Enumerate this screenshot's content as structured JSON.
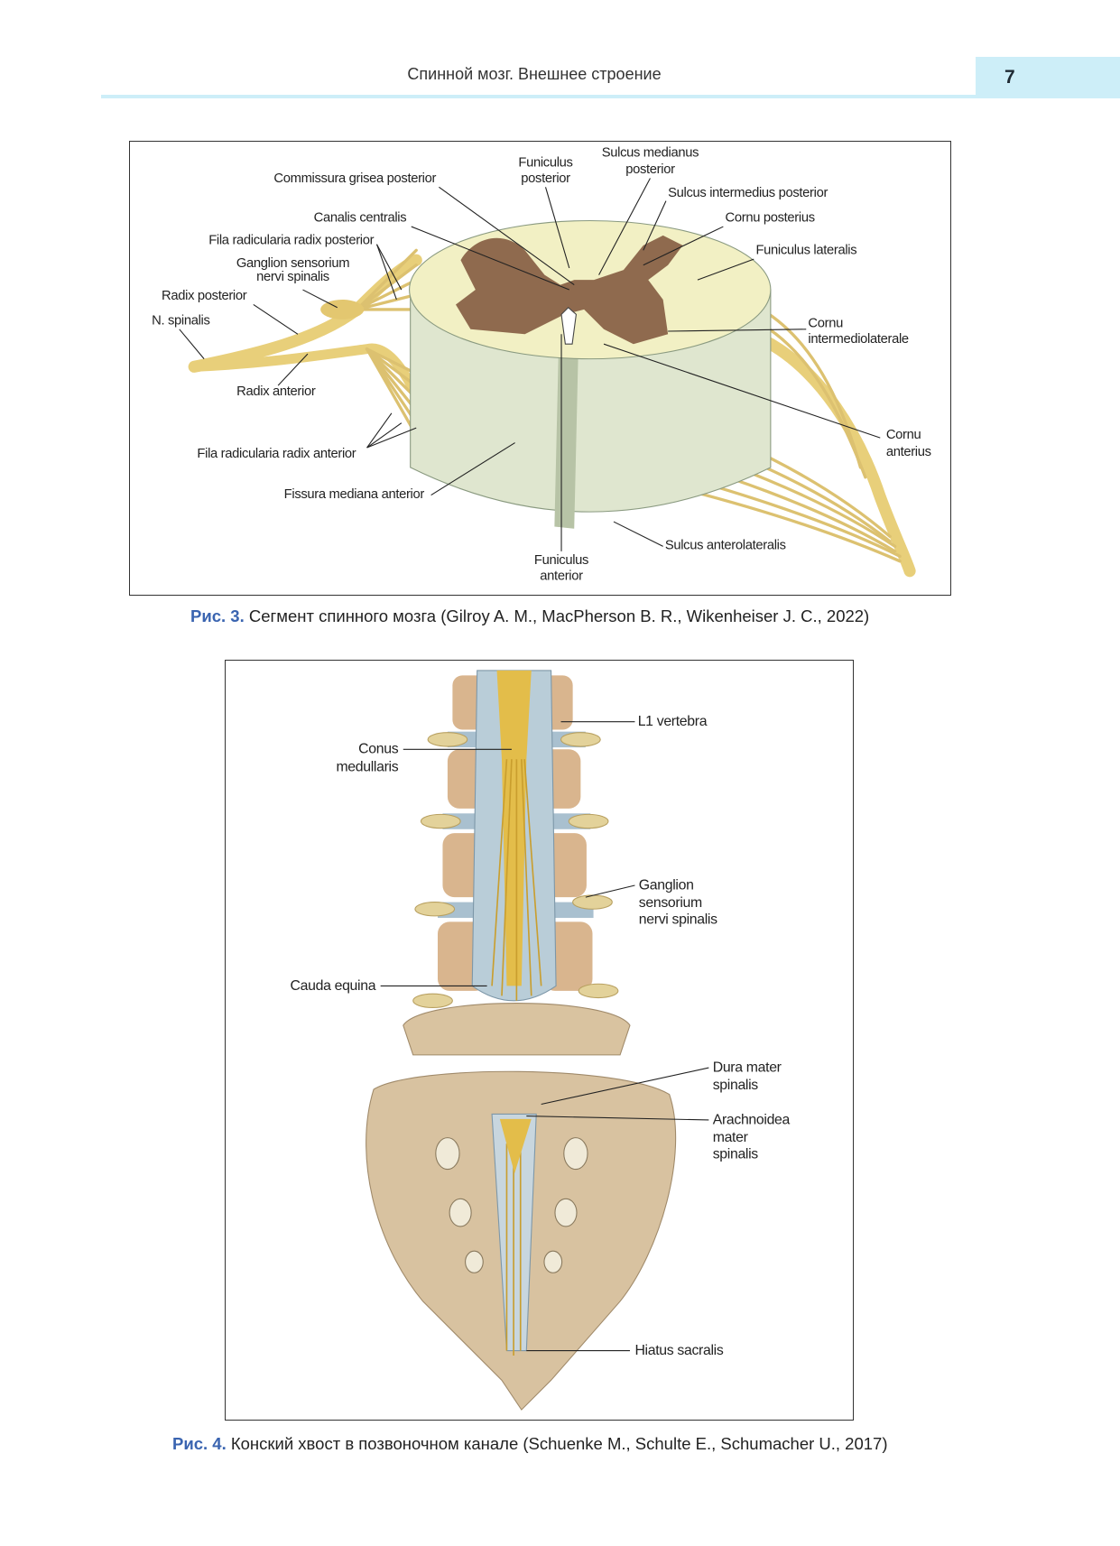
{
  "header": {
    "title": "Спинной мозг. Внешнее строение",
    "page_number": "7"
  },
  "figure3": {
    "labels": {
      "funiculus_posterior": [
        "Funiculus",
        "posterior"
      ],
      "sulcus_medianus_posterior": [
        "Sulcus medianus",
        "posterior"
      ],
      "commissura_grisea_posterior": "Commissura grisea posterior",
      "sulcus_intermedius_posterior": "Sulcus intermedius posterior",
      "canalis_centralis": "Canalis centralis",
      "cornu_posterius": "Cornu posterius",
      "fila_radicularia_radix_posterior": "Fila radicularia radix posterior",
      "funiculus_lateralis": "Funiculus lateralis",
      "ganglion_sensorium": [
        "Ganglion sensorium",
        "nervi spinalis"
      ],
      "radix_posterior": "Radix posterior",
      "n_spinalis": "N. spinalis",
      "cornu_intermediolaterale": [
        "Cornu",
        "intermediolaterale"
      ],
      "radix_anterior": "Radix anterior",
      "cornu_anterius": [
        "Cornu",
        "anterius"
      ],
      "fila_radicularia_radix_anterior": "Fila radicularia radix anterior",
      "fissura_mediana_anterior": "Fissura mediana anterior",
      "sulcus_anterolateralis": "Sulcus anterolateralis",
      "funiculus_anterior": [
        "Funiculus",
        "anterior"
      ]
    },
    "caption_label": "Рис. 3.",
    "caption_text": " Сегмент спинного мозга (Gilroy A. M., MacPherson B. R., Wikenheiser J. C., 2022)"
  },
  "figure4": {
    "labels": {
      "l1_vertebra": "L1 vertebra",
      "conus_medullaris": [
        "Conus",
        "medullaris"
      ],
      "ganglion_sensorium": [
        "Ganglion",
        "sensorium",
        "nervi spinalis"
      ],
      "cauda_equina": "Cauda equina",
      "dura_mater": [
        "Dura mater",
        "spinalis"
      ],
      "arachnoidea": [
        "Arachnoidea",
        "mater",
        "spinalis"
      ],
      "hiatus_sacralis": "Hiatus sacralis"
    },
    "caption_label": "Рис. 4.",
    "caption_text": " Конский хвост в позвоночном канале (Schuenke M., Schulte E., Schumacher U., 2017)"
  }
}
